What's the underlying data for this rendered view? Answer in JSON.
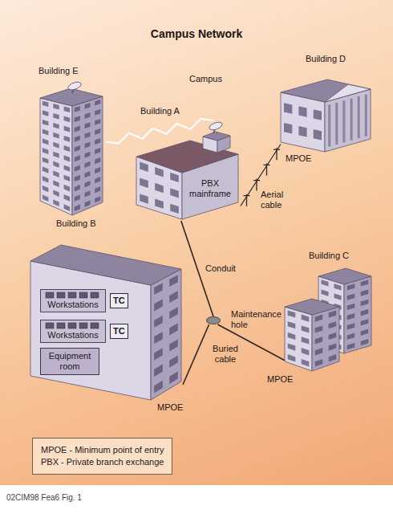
{
  "diagram": {
    "title": "Campus Network",
    "caption": "02CIM98 Fea6 Fig. 1",
    "nodes": [
      {
        "text": [
          "Building E"
        ]
      },
      {
        "text": [
          "Building A",
          "PBX mainframe"
        ]
      },
      {
        "text": [
          "Building D"
        ]
      },
      {
        "text": [
          "Building B"
        ]
      },
      {
        "text": [
          "Workstations"
        ],
        "in": 3
      },
      {
        "text": [
          "TC"
        ],
        "in": 3
      },
      {
        "text": [
          "Workstations"
        ],
        "in": 3
      },
      {
        "text": [
          "TC"
        ],
        "in": 3
      },
      {
        "text": [
          "Equipment room"
        ],
        "in": 3
      },
      {
        "text": [
          "Building C"
        ]
      },
      {
        "text": [
          "Maintenance hole"
        ]
      }
    ],
    "edges": [
      {
        "from": 0,
        "to": 1,
        "arrow": "none"
      },
      {
        "from": 1,
        "to": 2,
        "label": "Aerial cable",
        "arrow": "none"
      },
      {
        "from": 1,
        "to": 10,
        "label": "Conduit",
        "arrow": "none"
      },
      {
        "from": 10,
        "to": 3,
        "arrow": "none"
      },
      {
        "from": 10,
        "to": 9,
        "arrow": "none"
      }
    ],
    "labels": [
      "Campus",
      "MPOE",
      "Buried cable",
      "MPOE",
      "MPOE"
    ],
    "legend": [
      {
        "text": "MPOE - Minimum point of entry"
      },
      {
        "text": "PBX - Private branch exchange"
      }
    ]
  }
}
